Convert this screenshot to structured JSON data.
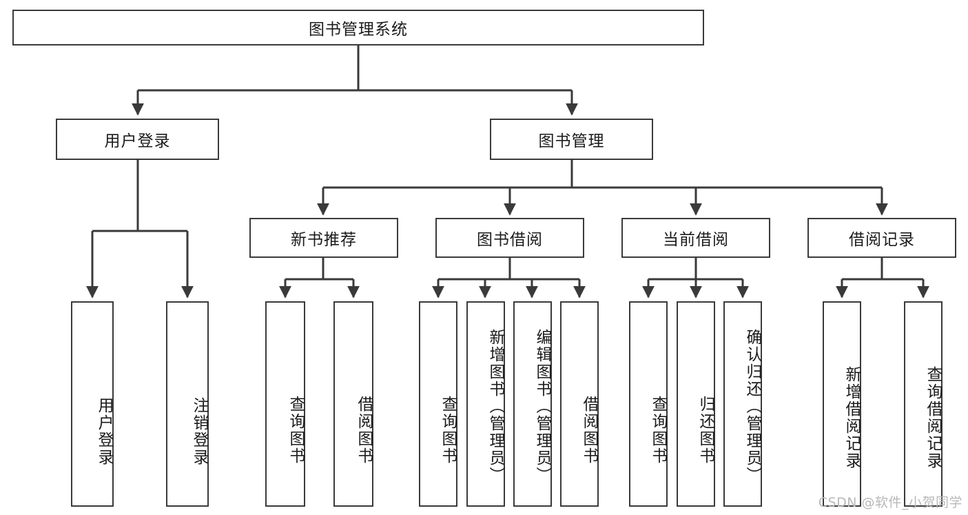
{
  "diagram": {
    "title": "图书管理系统",
    "type": "tree",
    "orientation": "top-down",
    "colors": {
      "box_border": "#3a3a3a",
      "box_fill": "#ffffff",
      "connector": "#3a3a3a",
      "text": "#1b1b1b",
      "watermark": "#b8b8b8",
      "background": "#ffffff"
    },
    "root": {
      "id": "root",
      "label": "图书管理系统"
    },
    "level2": [
      {
        "id": "user-login",
        "label": "用户登录"
      },
      {
        "id": "book-manage",
        "label": "图书管理"
      }
    ],
    "level3": [
      {
        "id": "new-book-recommend",
        "label": "新书推荐",
        "parent": "book-manage"
      },
      {
        "id": "book-borrow",
        "label": "图书借阅",
        "parent": "book-manage"
      },
      {
        "id": "current-borrow",
        "label": "当前借阅",
        "parent": "book-manage"
      },
      {
        "id": "borrow-record",
        "label": "借阅记录",
        "parent": "book-manage"
      }
    ],
    "leaves": [
      {
        "id": "leaf-user-login",
        "label": "用户登录",
        "parent": "user-login"
      },
      {
        "id": "leaf-user-logout",
        "label": "注销登录",
        "parent": "user-login"
      },
      {
        "id": "leaf-query-book-1",
        "label": "查询图书",
        "parent": "new-book-recommend"
      },
      {
        "id": "leaf-borrow-book-1",
        "label": "借阅图书",
        "parent": "new-book-recommend"
      },
      {
        "id": "leaf-query-book-2",
        "label": "查询图书",
        "parent": "book-borrow"
      },
      {
        "id": "leaf-add-book",
        "label": "新增图书（管理员）",
        "parent": "book-borrow"
      },
      {
        "id": "leaf-edit-book",
        "label": "编辑图书（管理员）",
        "parent": "book-borrow"
      },
      {
        "id": "leaf-borrow-book-2",
        "label": "借阅图书",
        "parent": "book-borrow"
      },
      {
        "id": "leaf-query-book-3",
        "label": "查询图书",
        "parent": "current-borrow"
      },
      {
        "id": "leaf-return-book",
        "label": "归还图书",
        "parent": "current-borrow"
      },
      {
        "id": "leaf-confirm-return",
        "label": "确认归还（管理员）",
        "parent": "current-borrow"
      },
      {
        "id": "leaf-add-record",
        "label": "新增借阅记录",
        "parent": "borrow-record"
      },
      {
        "id": "leaf-query-record",
        "label": "查询借阅记录",
        "parent": "borrow-record"
      }
    ],
    "watermark": "CSDN @软件_小贺同学"
  }
}
